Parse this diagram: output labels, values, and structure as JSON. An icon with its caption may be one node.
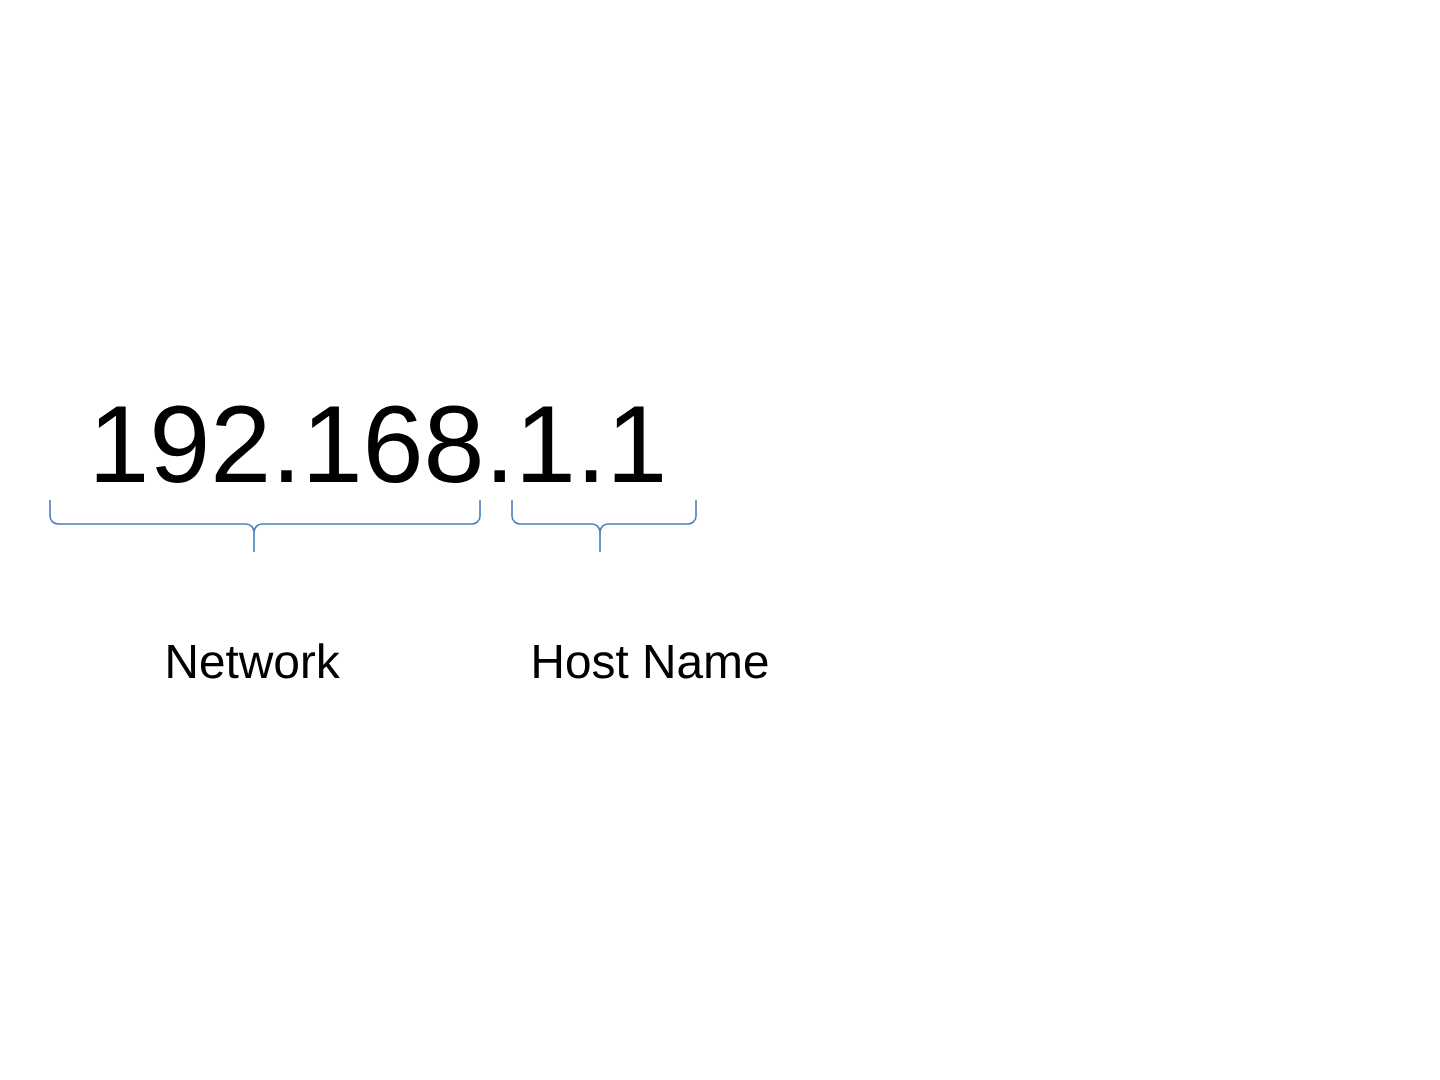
{
  "diagram": {
    "labels": [
      "192.168.1.1",
      "Network",
      "Host Name"
    ]
  }
}
